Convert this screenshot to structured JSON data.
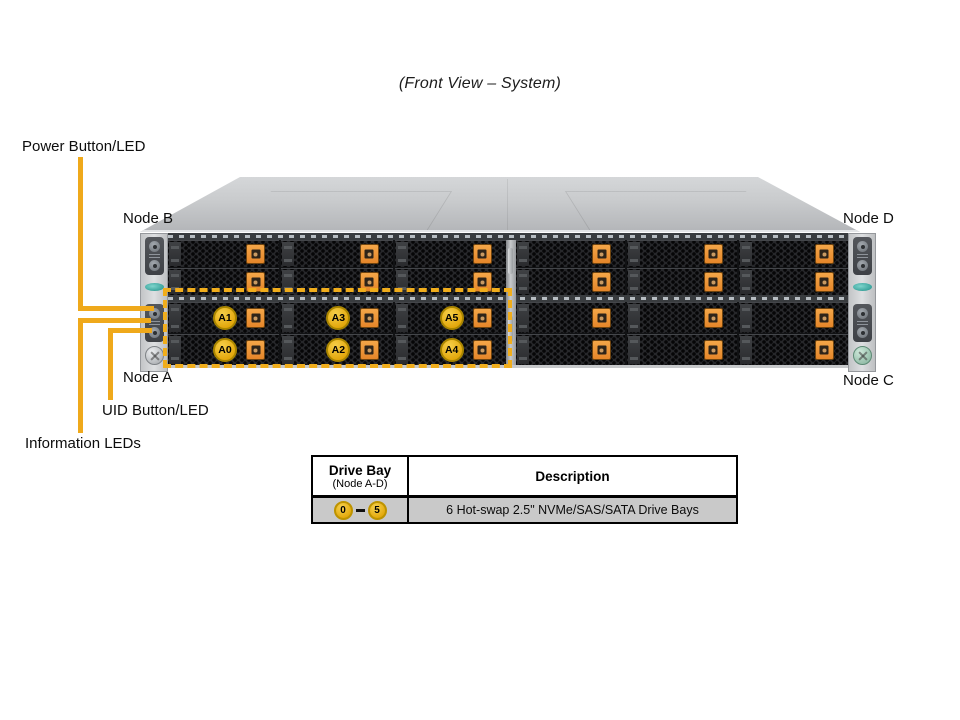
{
  "title": "(Front View – System)",
  "callouts": {
    "power": "Power Button/LED",
    "uid": "UID Button/LED",
    "info": "Information LEDs",
    "node_a": "Node A",
    "node_b": "Node B",
    "node_c": "Node C",
    "node_d": "Node D"
  },
  "chassis": {
    "bays_per_quadrant": 6,
    "quadrants": [
      {
        "id": "node-b",
        "position": "top-left",
        "bay_labels": null
      },
      {
        "id": "node-d",
        "position": "top-right",
        "bay_labels": null
      },
      {
        "id": "node-a",
        "position": "bottom-left",
        "bay_labels": [
          [
            "A1",
            "A3",
            "A5"
          ],
          [
            "A0",
            "A2",
            "A4"
          ]
        ]
      },
      {
        "id": "node-c",
        "position": "bottom-right",
        "bay_labels": null
      }
    ]
  },
  "table": {
    "header": {
      "col1_title": "Drive Bay",
      "col1_sub": "(Node A-D)",
      "col2_title": "Description"
    },
    "row": {
      "bay_start": "0",
      "bay_end": "5",
      "description": "6 Hot-swap 2.5\" NVMe/SAS/SATA Drive Bays"
    }
  },
  "colors": {
    "callout_yellow": "#EFA91B",
    "highlight_dash_yellow": "#F0AD1C",
    "latch_orange": "#EE9334",
    "badge_gold": "#E8AE10",
    "badge_border": "#A98500",
    "table_row_gray": "#C9C9C9",
    "logo_teal": "#2FA8A0"
  },
  "icons": {
    "power_button": "power-button",
    "uid_button": "uid-button",
    "information_leds": "information-leds",
    "supermicro_logo": "supermicro-logo",
    "thumbscrew": "thumbscrew"
  }
}
